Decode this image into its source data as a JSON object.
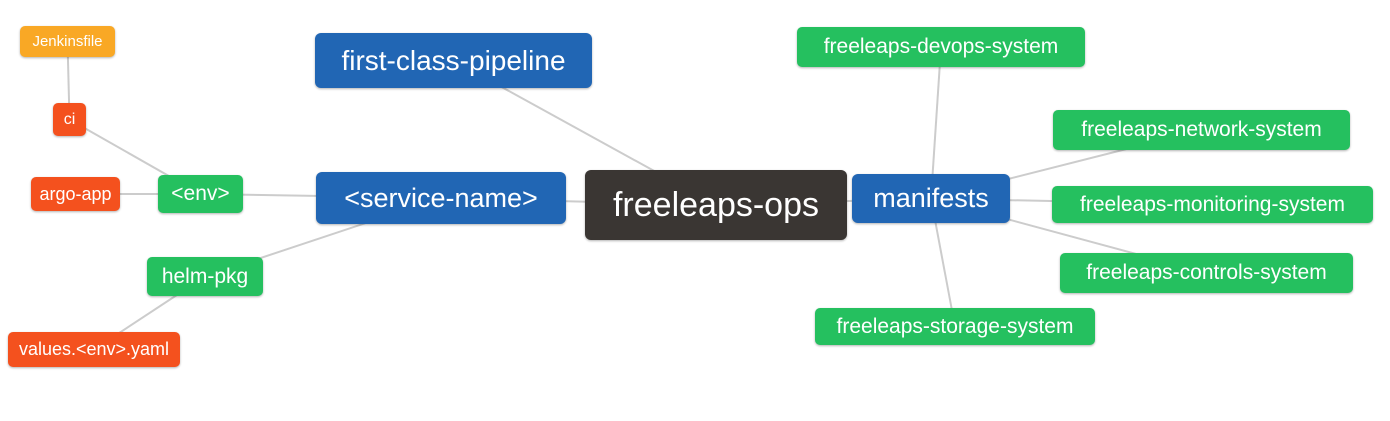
{
  "palette": {
    "dark": "#3A3633",
    "blue": "#2166B4",
    "green": "#25C05F",
    "orange_red": "#F4511E",
    "amber": "#F9A825",
    "edge": "#CCCCCC",
    "text": "#FFFFFF"
  },
  "diagram": {
    "type": "mindmap",
    "root": "freeleaps-ops",
    "nodes": [
      {
        "id": "freeleaps-ops",
        "label": "freeleaps-ops",
        "level": 0,
        "color": "dark"
      },
      {
        "id": "first-class-pipeline",
        "label": "first-class-pipeline",
        "level": 1,
        "color": "blue"
      },
      {
        "id": "service-name",
        "label": "<service-name>",
        "level": 1,
        "color": "blue"
      },
      {
        "id": "manifests",
        "label": "manifests",
        "level": 1,
        "color": "blue"
      },
      {
        "id": "env",
        "label": "<env>",
        "level": 2,
        "color": "green"
      },
      {
        "id": "helm-pkg",
        "label": "helm-pkg",
        "level": 2,
        "color": "green"
      },
      {
        "id": "ci",
        "label": "ci",
        "level": 3,
        "color": "orange_red"
      },
      {
        "id": "argo-app",
        "label": "argo-app",
        "level": 3,
        "color": "orange_red"
      },
      {
        "id": "jenkinsfile",
        "label": "Jenkinsfile",
        "level": 4,
        "color": "amber"
      },
      {
        "id": "values-env-yaml",
        "label": "values.<env>.yaml",
        "level": 3,
        "color": "orange_red"
      },
      {
        "id": "freeleaps-devops-system",
        "label": "freeleaps-devops-system",
        "level": 2,
        "color": "green"
      },
      {
        "id": "freeleaps-network-system",
        "label": "freeleaps-network-system",
        "level": 2,
        "color": "green"
      },
      {
        "id": "freeleaps-monitoring-system",
        "label": "freeleaps-monitoring-system",
        "level": 2,
        "color": "green"
      },
      {
        "id": "freeleaps-controls-system",
        "label": "freeleaps-controls-system",
        "level": 2,
        "color": "green"
      },
      {
        "id": "freeleaps-storage-system",
        "label": "freeleaps-storage-system",
        "level": 2,
        "color": "green"
      }
    ],
    "edges": [
      [
        "freeleaps-ops",
        "first-class-pipeline"
      ],
      [
        "freeleaps-ops",
        "service-name"
      ],
      [
        "freeleaps-ops",
        "manifests"
      ],
      [
        "service-name",
        "env"
      ],
      [
        "service-name",
        "helm-pkg"
      ],
      [
        "env",
        "ci"
      ],
      [
        "env",
        "argo-app"
      ],
      [
        "ci",
        "jenkinsfile"
      ],
      [
        "helm-pkg",
        "values-env-yaml"
      ],
      [
        "manifests",
        "freeleaps-devops-system"
      ],
      [
        "manifests",
        "freeleaps-network-system"
      ],
      [
        "manifests",
        "freeleaps-monitoring-system"
      ],
      [
        "manifests",
        "freeleaps-controls-system"
      ],
      [
        "manifests",
        "freeleaps-storage-system"
      ]
    ]
  }
}
